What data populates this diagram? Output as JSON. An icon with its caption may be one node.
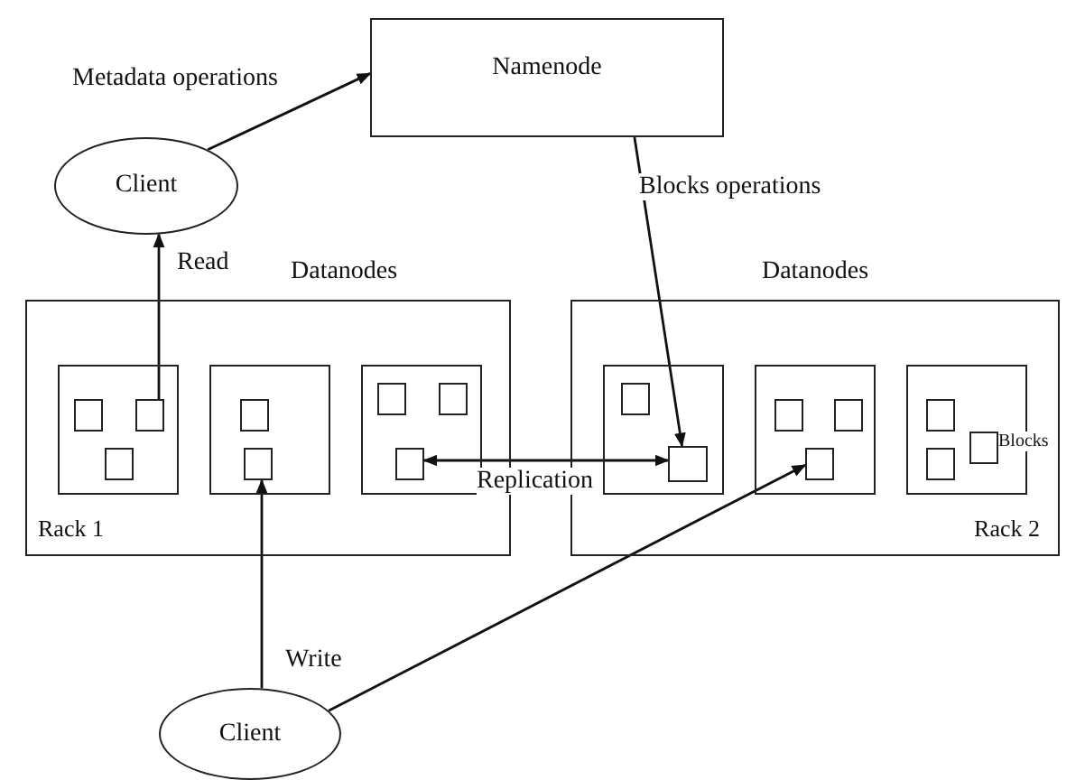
{
  "diagram": {
    "nodes": [
      {
        "text": [
          "Namenode"
        ]
      },
      {
        "text": [
          "Client"
        ]
      },
      {
        "text": [
          "Datanodes",
          "Rack 1"
        ]
      },
      {
        "text": [
          "Datanodes",
          "Rack 2"
        ]
      },
      {
        "text": [],
        "shape": "box",
        "in": 2
      },
      {
        "text": [],
        "shape": "box",
        "in": 2
      },
      {
        "text": [],
        "shape": "box",
        "in": 2
      },
      {
        "text": [],
        "shape": "box",
        "in": 3
      },
      {
        "text": [],
        "shape": "box",
        "in": 3
      },
      {
        "text": [],
        "shape": "box",
        "in": 3
      },
      {
        "text": [],
        "shape": "box",
        "in": 4
      },
      {
        "text": [],
        "shape": "box",
        "in": 4
      },
      {
        "text": [],
        "shape": "box",
        "in": 4
      },
      {
        "text": [],
        "shape": "box",
        "in": 5
      },
      {
        "text": [],
        "shape": "box",
        "in": 5
      },
      {
        "text": [],
        "shape": "box",
        "in": 6
      },
      {
        "text": [],
        "shape": "box",
        "in": 6
      },
      {
        "text": [],
        "shape": "box",
        "in": 6
      },
      {
        "text": [],
        "shape": "box",
        "in": 7
      },
      {
        "text": [],
        "shape": "box",
        "in": 7
      },
      {
        "text": [],
        "shape": "box",
        "in": 8
      },
      {
        "text": [],
        "shape": "box",
        "in": 8
      },
      {
        "text": [],
        "shape": "box",
        "in": 8
      },
      {
        "text": [],
        "shape": "box",
        "in": 9
      },
      {
        "text": [],
        "shape": "box",
        "in": 9
      },
      {
        "text": [],
        "shape": "box",
        "in": 9,
        "beside": [
          "Blocks"
        ]
      },
      {
        "text": [
          "Client"
        ]
      }
    ],
    "edges": [
      {
        "from": 1,
        "to": 0,
        "arrow": "to",
        "label": "Metadata operations"
      },
      {
        "from": 11,
        "to": 1,
        "arrow": "to",
        "label": "Read"
      },
      {
        "from": 0,
        "to": 19,
        "arrow": "to",
        "label": "Blocks operations"
      },
      {
        "from": 17,
        "to": 19,
        "arrow": "both",
        "label": "Replication"
      },
      {
        "from": 26,
        "to": 14,
        "arrow": "to",
        "label": "Write"
      },
      {
        "from": 26,
        "to": 22,
        "arrow": "to"
      }
    ]
  }
}
